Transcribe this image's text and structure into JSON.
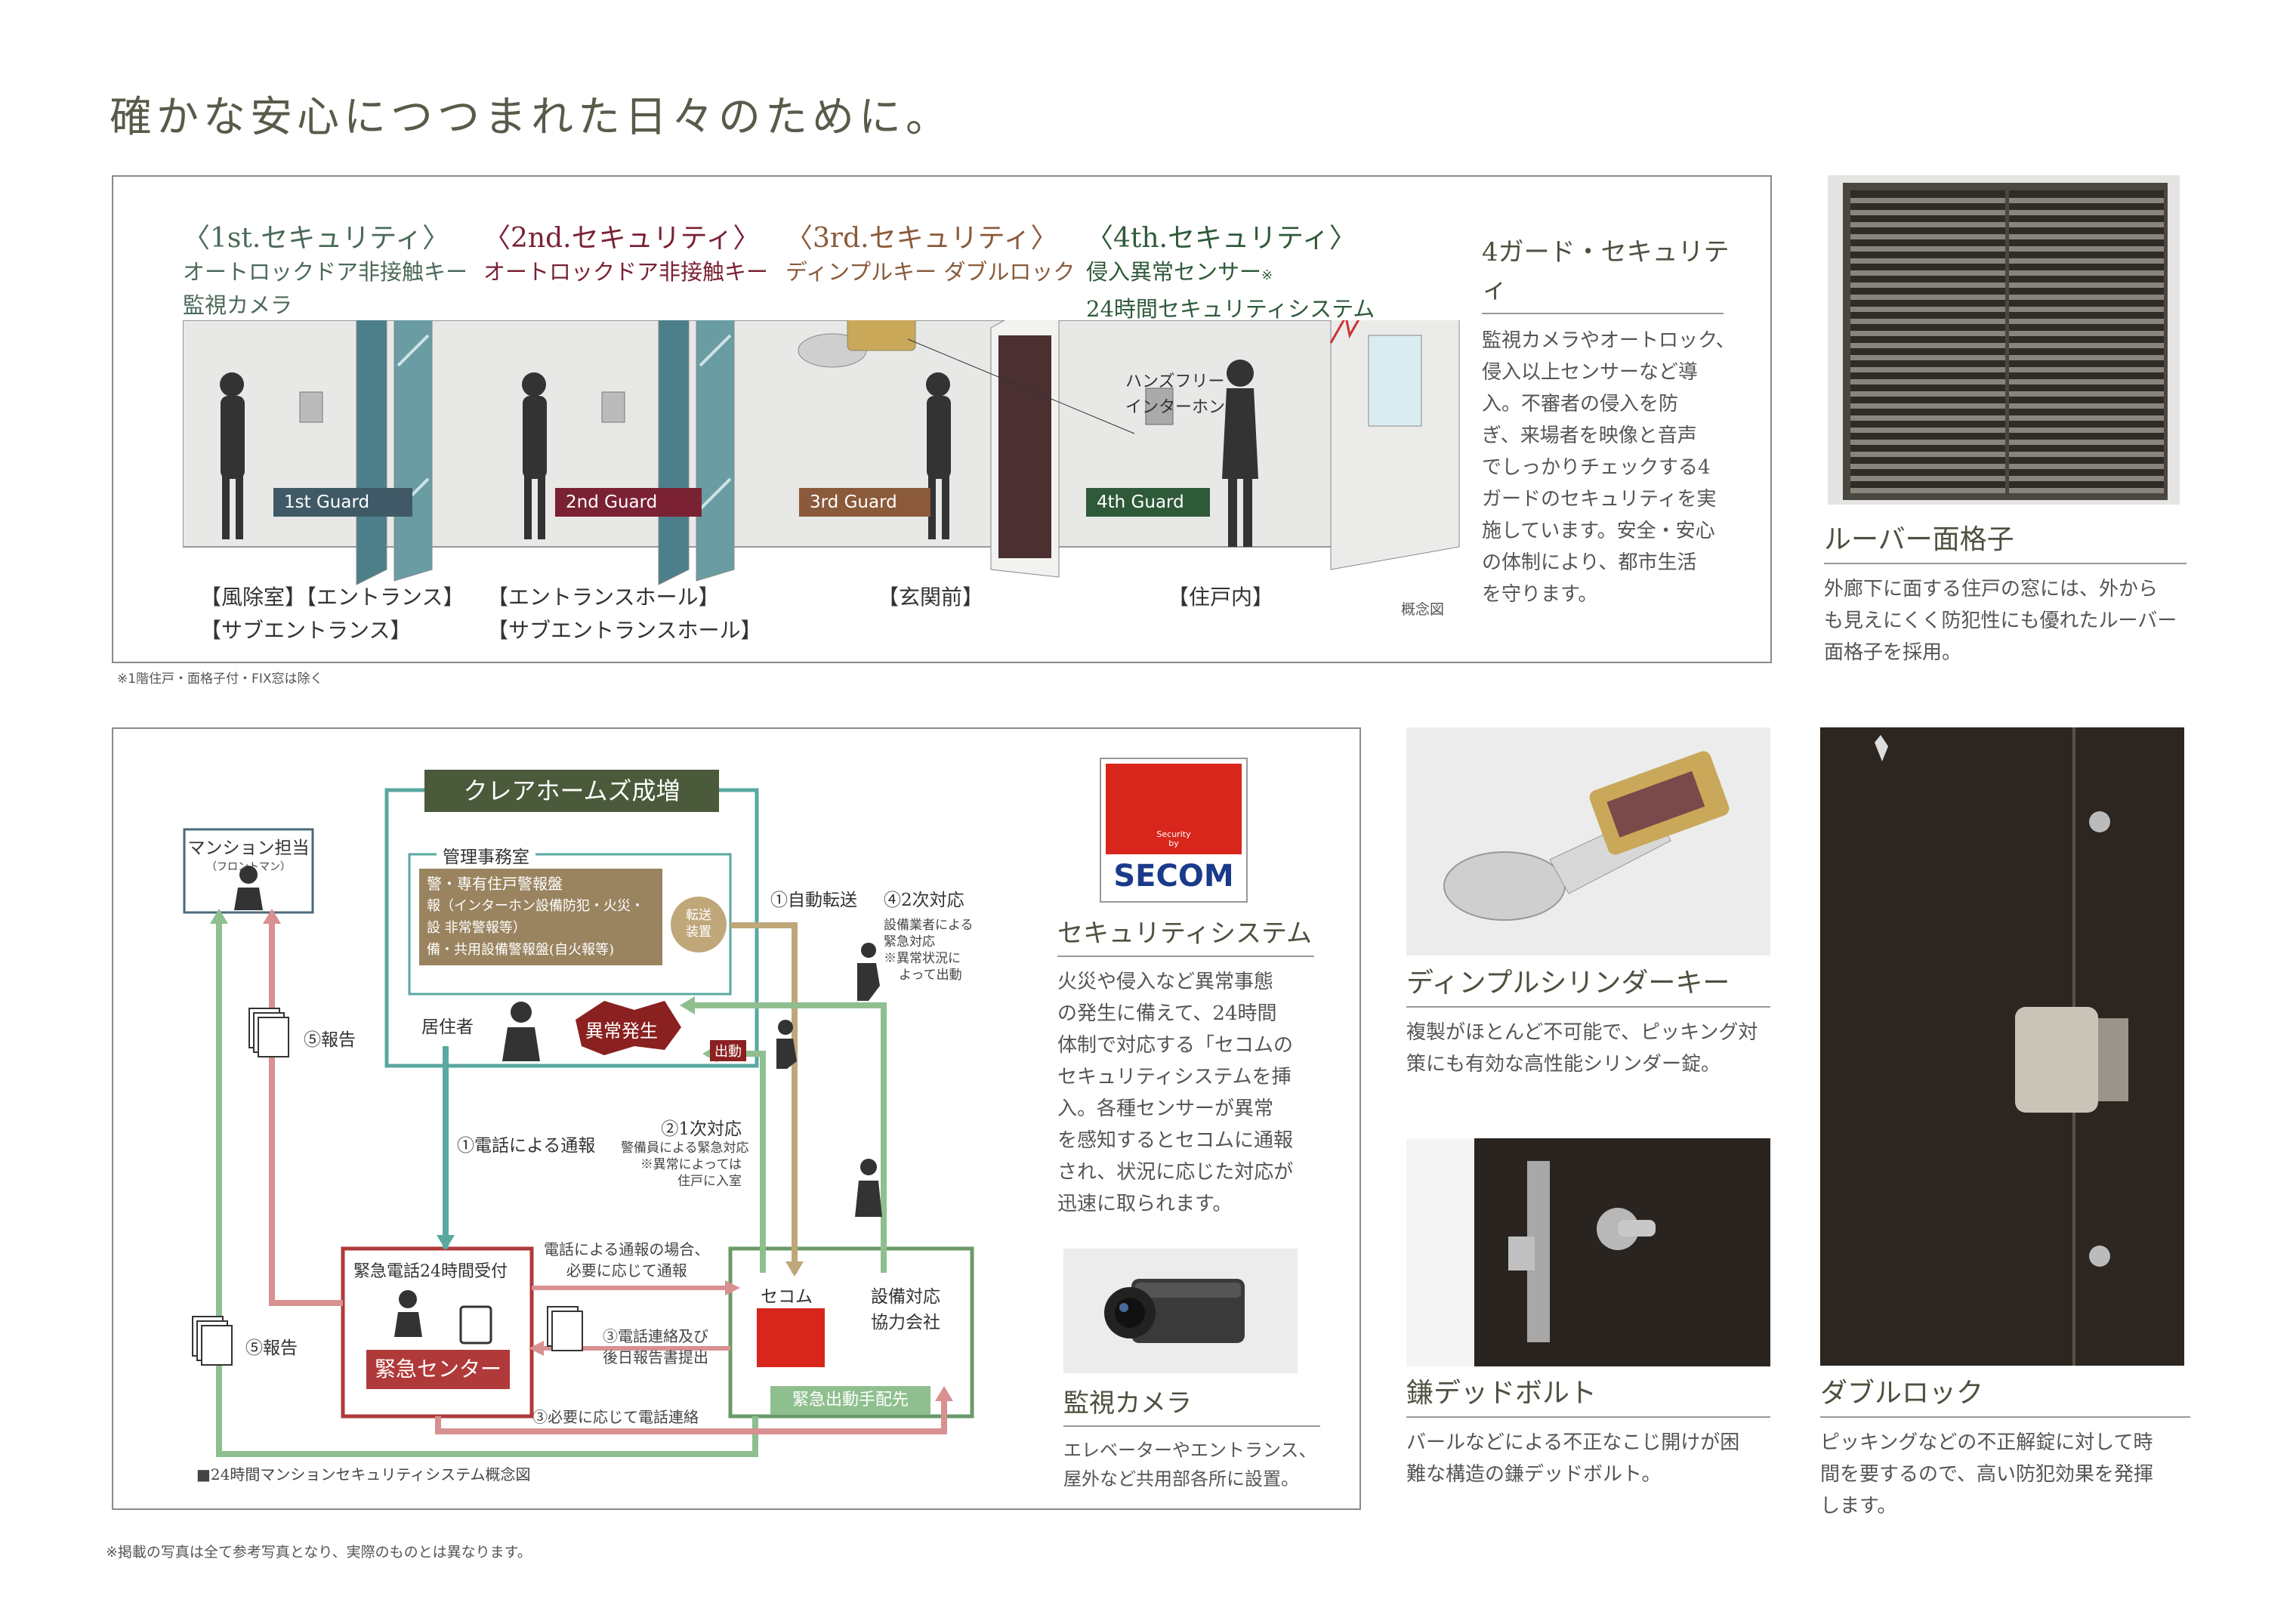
{
  "page": {
    "title": "確かな安心につつまれた日々のために。",
    "bottom_note": "※掲載の写真は全て参考写真となり、実際のものとは異なります。"
  },
  "security": {
    "stages": [
      {
        "heading": "〈1st.セキュリティ〉",
        "sub": [
          "オートロックドア非接触キー",
          "監視カメラ"
        ],
        "guard": "1st Guard",
        "guard_color": "#3f5a66",
        "locations": [
          "【風除室】【エントランス】",
          "【サブエントランス】"
        ]
      },
      {
        "heading": "〈2nd.セキュリティ〉",
        "sub": [
          "オートロックドア非接触キー"
        ],
        "guard": "2nd Guard",
        "guard_color": "#7a2234",
        "locations": [
          "【エントランスホール】",
          "【サブエントランスホール】"
        ]
      },
      {
        "heading": "〈3rd.セキュリティ〉",
        "sub": [
          "ディンプルキー ダブルロック"
        ],
        "guard": "3rd Guard",
        "guard_color": "#8a5a3a",
        "locations": [
          "【玄関前】"
        ]
      },
      {
        "heading": "〈4th.セキュリティ〉",
        "sub": [
          "侵入異常センサー",
          "24時間セキュリティシステム"
        ],
        "sub_mark": "※",
        "guard": "4th Guard",
        "guard_color": "#2f5a3a",
        "locations": [
          "【住戸内】"
        ]
      }
    ],
    "intercom_label": [
      "ハンズフリー",
      "インターホン"
    ],
    "concept_label": "概念図",
    "footnote": "※1階住戸・面格子付・FIX窓は除く",
    "four_guard": {
      "title": "4ガード・セキュリティ",
      "lines": [
        "監視カメラやオートロック、",
        "侵入以上センサーなど導",
        "入。不審者の侵入を防",
        "ぎ、来場者を映像と音声",
        "でしっかりチェックする4",
        "ガードのセキュリティを実",
        "施しています。安全・安心",
        "の体制により、都市生活",
        "を守ります。"
      ]
    }
  },
  "louver": {
    "title": "ルーバー面格子",
    "lines": [
      "外廊下に面する住戸の窓には、外から",
      "も見えにくく防犯性にも優れたルーバー",
      "面格子を採用。"
    ]
  },
  "flow": {
    "company": "クレアホームズ成増",
    "office": "管理事務室",
    "alarm_lines": [
      "警・専有住戸警報盤",
      "報（インターホン設備防犯・火災・",
      "設 非常警報等）",
      "備・共用設備警報盤(自火報等)"
    ],
    "transfer": [
      "転送",
      "装置"
    ],
    "manager": "マンション担当",
    "manager_sub": "（フロントマン）",
    "resident": "居住者",
    "incident": "異常発生",
    "dispatch": "出動",
    "step1_auto": "①自動転送",
    "step4": "④2次対応",
    "step4_notes": [
      "設備業者による",
      "緊急対応",
      "※異常状況に",
      "よって出動"
    ],
    "step2": "②1次対応",
    "step2_notes": [
      "警備員による緊急対応",
      "※異常によっては",
      "住戸に入室"
    ],
    "step1_phone": "①電話による通報",
    "report5": "⑤報告",
    "report5b": "⑤報告",
    "center_head": "緊急電話24時間受付",
    "center_name": "緊急センター",
    "phone_case": [
      "電話による通報の場合、",
      "必要に応じて通報"
    ],
    "step3_contact": [
      "③電話連絡及び",
      "後日報告書提出"
    ],
    "step3_need": "③必要に応じて電話連絡",
    "secom_box": "セコム",
    "partner": [
      "設備対応",
      "協力会社"
    ],
    "dispatch_arrange": "緊急出動手配先",
    "caption": "■24時間マンションセキュリティシステム概念図"
  },
  "secom": {
    "logo_top": "Security",
    "logo_by": "by",
    "logo_text": "SECOM",
    "title": "セキュリティシステム",
    "lines": [
      "火災や侵入など異常事態",
      "の発生に備えて、24時間",
      "体制で対応する「セコムの",
      "セキュリティシステムを挿",
      "入。各種センサーが異常",
      "を感知するとセコムに通報",
      "され、状況に応じた対応が",
      "迅速に取られます。"
    ]
  },
  "camera": {
    "title": "監視カメラ",
    "lines": [
      "エレベーターやエントランス、",
      "屋外など共用部各所に設置。"
    ]
  },
  "dimple": {
    "title": "ディンプルシリンダーキー",
    "lines": [
      "複製がほとんど不可能で、ピッキング対",
      "策にも有効な高性能シリンダー錠。"
    ]
  },
  "deadbolt": {
    "title": "鎌デッドボルト",
    "lines": [
      "バールなどによる不正なこじ開けが困",
      "難な構造の鎌デッドボルト。"
    ]
  },
  "double": {
    "title": "ダブルロック",
    "lines": [
      "ピッキングなどの不正解錠に対して時",
      "間を要するので、高い防犯効果を発揮",
      "します。"
    ]
  },
  "colors": {
    "accent_green": "#4b6a58",
    "teal": "#5aa8a0",
    "red": "#b03a3a",
    "sand": "#bfa77a",
    "flow_green": "#8fbf8f",
    "pink": "#d89090",
    "dark_olive": "#4a5a3a",
    "secom_red": "#d8261c",
    "secom_blue": "#1a3a8a"
  }
}
